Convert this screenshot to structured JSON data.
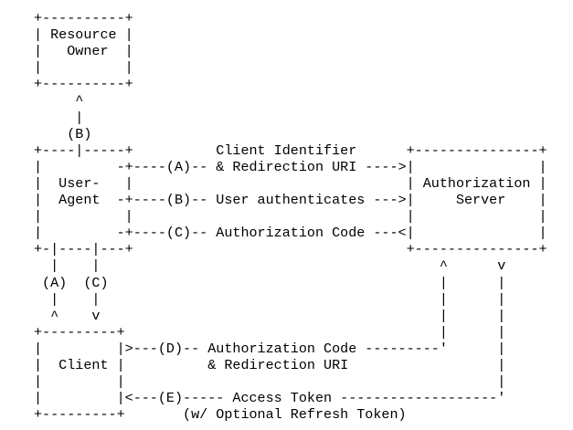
{
  "diagram": {
    "lines": [
      "+----------+",
      "| Resource |",
      "|   Owner  |",
      "|          |",
      "+----------+",
      "     ^",
      "     |",
      "    (B)",
      "+----|-----+          Client Identifier      +---------------+",
      "|         -+----(A)-- & Redirection URI ---->|               |",
      "|  User-   |                                 | Authorization |",
      "|  Agent  -+----(B)-- User authenticates --->|     Server    |",
      "|          |                                 |               |",
      "|         -+----(C)-- Authorization Code ---<|               |",
      "+-|----|---+                                 +---------------+",
      "  |    |                                         ^      v",
      " (A)  (C)                                        |      |",
      "  |    |                                         |      |",
      "  ^    v                                         |      |",
      "+---------+                                      |      |",
      "|         |>---(D)-- Authorization Code ---------'      |",
      "|  Client |          & Redirection URI                  |",
      "|         |                                             |",
      "|         |<---(E)----- Access Token -------------------'",
      "+---------+       (w/ Optional Refresh Token)"
    ]
  }
}
